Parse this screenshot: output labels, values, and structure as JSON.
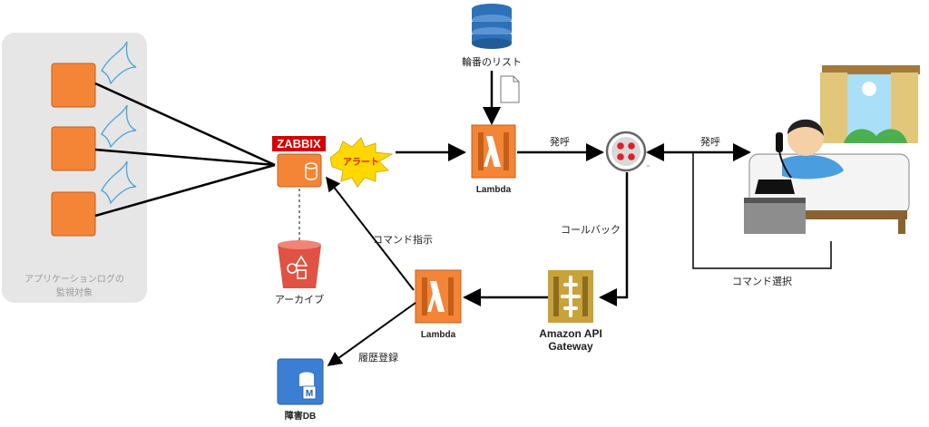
{
  "monitored_group": {
    "label_line1": "アプリケーションログの",
    "label_line2": "監視対象",
    "server_count": 3
  },
  "zabbix": {
    "logo_text": "ZABBIX"
  },
  "alert": {
    "label": "アラート"
  },
  "archive": {
    "label": "アーカイブ"
  },
  "rotation_list": {
    "label": "輪番のリスト"
  },
  "lambda_top": {
    "label": "Lambda"
  },
  "lambda_bottom": {
    "label": "Lambda"
  },
  "twilio": {
    "tm": "™"
  },
  "api_gateway": {
    "label_line1": "Amazon API",
    "label_line2": "Gateway"
  },
  "incident_db": {
    "label": "障害DB",
    "icon_letter": "M"
  },
  "edges": {
    "call_1": "発呼",
    "call_2": "発呼",
    "callback": "コールバック",
    "command_instruction": "コマンド指示",
    "command_selection": "コマンド選択",
    "history_registration": "履歴登録"
  },
  "colors": {
    "aws_orange": "#f58536",
    "aws_orange_dark": "#c45f1a",
    "zabbix_red": "#d40000",
    "alert_yellow": "#ffd800",
    "alert_text": "#e0201a",
    "s3_red": "#e05243",
    "dynamodb_blue": "#2d72b8",
    "rds_blue": "#3b7fd4",
    "api_gold": "#c9a23a",
    "twilio_red": "#e31e26",
    "group_bg": "#e6e6e6"
  }
}
